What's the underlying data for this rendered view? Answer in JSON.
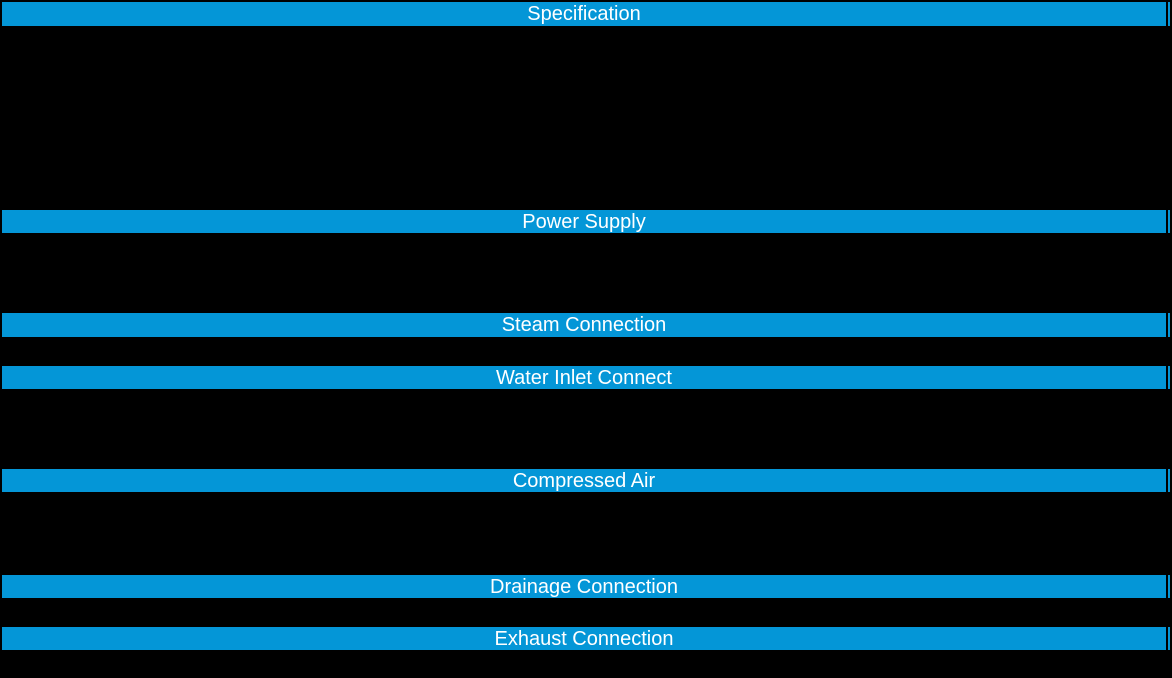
{
  "document": {
    "type": "specification-table",
    "colors": {
      "background": "#000000",
      "header_bar": "#0496D7",
      "header_text": "#FFFFFF"
    },
    "sections": [
      {
        "label": "Specification"
      },
      {
        "label": "Power Supply"
      },
      {
        "label": "Steam Connection"
      },
      {
        "label": "Water Inlet Connect"
      },
      {
        "label": "Compressed Air"
      },
      {
        "label": "Drainage Connection"
      },
      {
        "label": "Exhaust Connection"
      }
    ]
  }
}
